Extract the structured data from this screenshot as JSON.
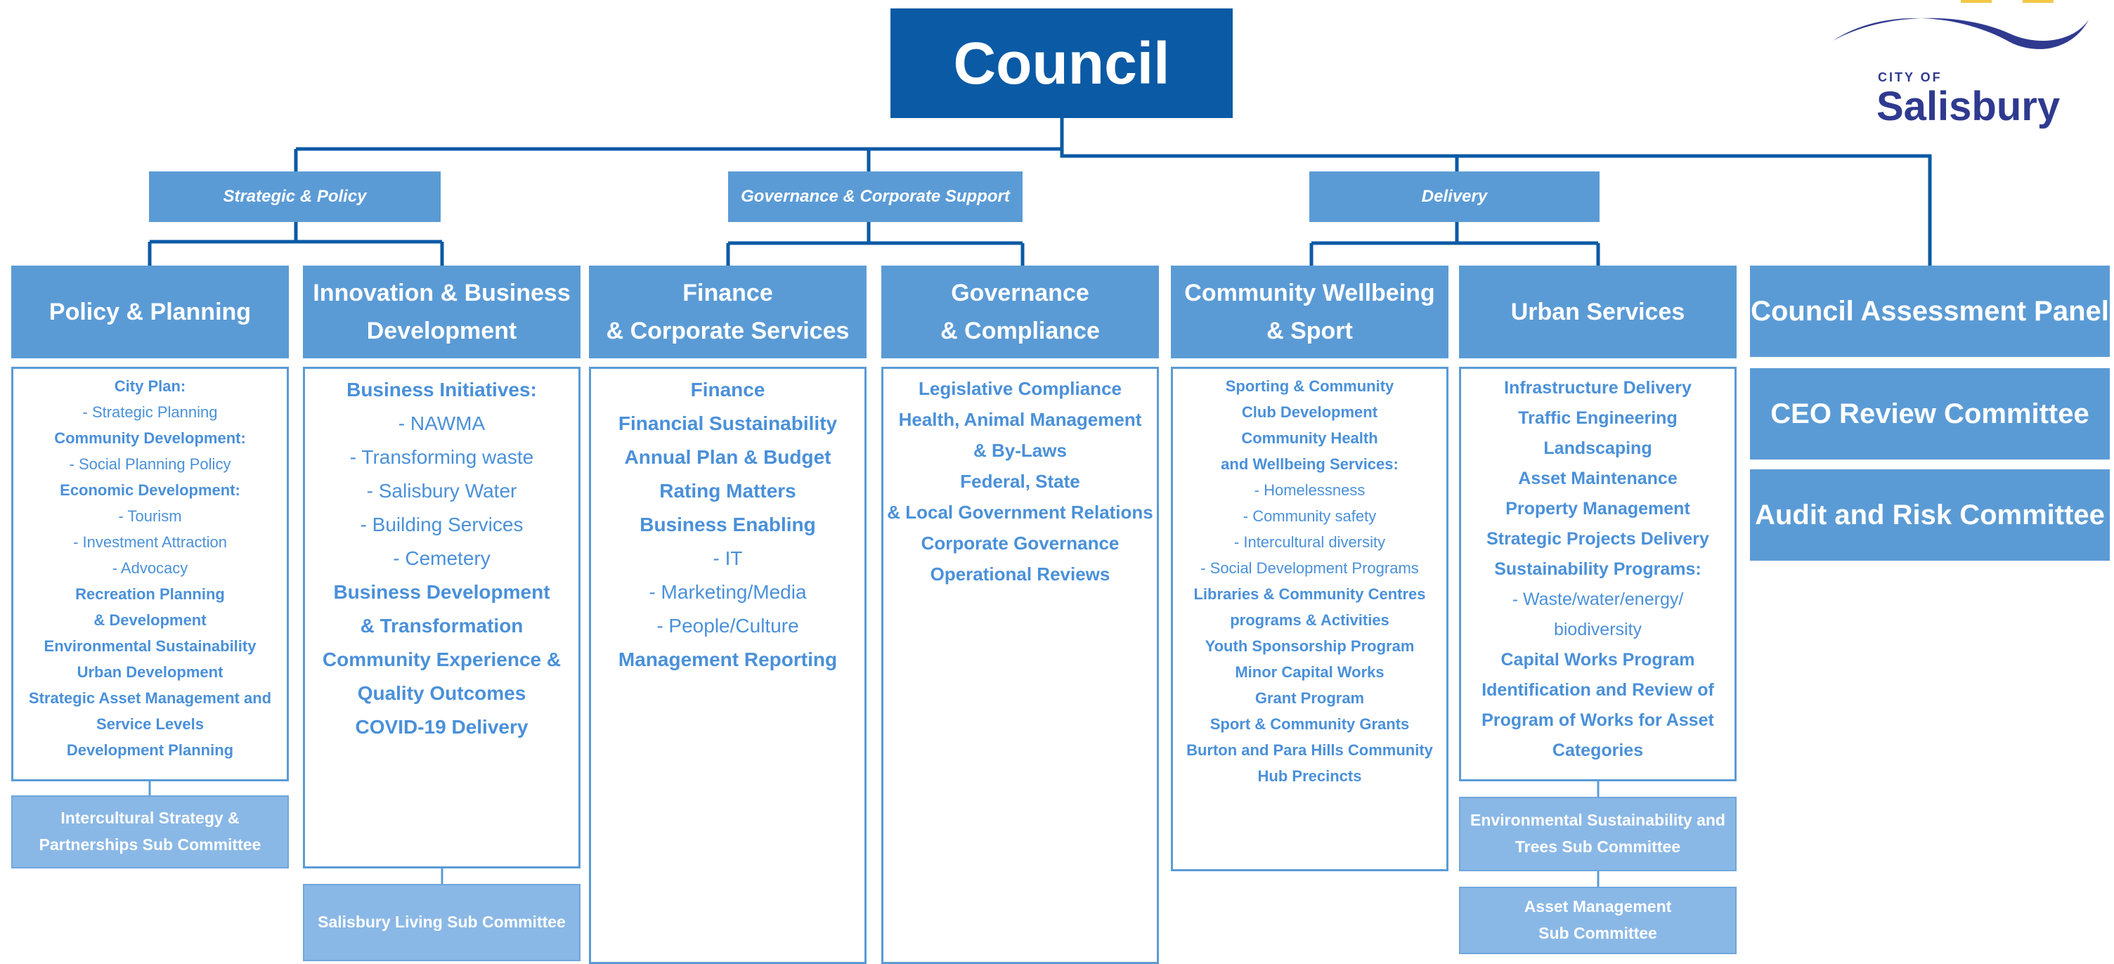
{
  "council": "Council",
  "logo": {
    "city_of": "CITY OF",
    "name": "Salisbury",
    "colors": {
      "wave": "#2f3a8f",
      "gold": "#f2c744"
    }
  },
  "groups": [
    "Strategic & Policy",
    "Governance & Corporate Support",
    "Delivery"
  ],
  "columns": [
    {
      "title": "Policy & Planning",
      "size": 22,
      "lines": [
        {
          "t": "City Plan:",
          "b": true
        },
        {
          "t": "- Strategic Planning",
          "b": false
        },
        {
          "t": "Community Development:",
          "b": true
        },
        {
          "t": "- Social Planning Policy",
          "b": false
        },
        {
          "t": "Economic Development:",
          "b": true
        },
        {
          "t": "- Tourism",
          "b": false
        },
        {
          "t": "- Investment Attraction",
          "b": false
        },
        {
          "t": "- Advocacy",
          "b": false
        },
        {
          "t": "Recreation Planning",
          "b": true
        },
        {
          "t": "& Development",
          "b": true
        },
        {
          "t": "Environmental Sustainability",
          "b": true
        },
        {
          "t": "Urban Development",
          "b": true
        },
        {
          "t": "Strategic Asset Management and",
          "b": true
        },
        {
          "t": "Service Levels",
          "b": true
        },
        {
          "t": "Development Planning",
          "b": true
        }
      ],
      "subs": [
        "Intercultural Strategy &\nPartnerships Sub Committee"
      ]
    },
    {
      "title": "Innovation & Business\nDevelopment",
      "size": 28,
      "lines": [
        {
          "t": "Business Initiatives:",
          "b": true
        },
        {
          "t": "- NAWMA",
          "b": false
        },
        {
          "t": "- Transforming waste",
          "b": false
        },
        {
          "t": "- Salisbury Water",
          "b": false
        },
        {
          "t": "- Building Services",
          "b": false
        },
        {
          "t": "- Cemetery",
          "b": false
        },
        {
          "t": "Business Development",
          "b": true
        },
        {
          "t": "& Transformation",
          "b": true
        },
        {
          "t": "Community Experience &",
          "b": true
        },
        {
          "t": "Quality Outcomes",
          "b": true
        },
        {
          "t": "COVID-19 Delivery",
          "b": true
        }
      ],
      "subs": [
        "Salisbury Living Sub Committee"
      ]
    },
    {
      "title": "Finance\n& Corporate Services",
      "size": 28,
      "lines": [
        {
          "t": "Finance",
          "b": true
        },
        {
          "t": "Financial Sustainability",
          "b": true
        },
        {
          "t": "Annual Plan & Budget",
          "b": true
        },
        {
          "t": "Rating Matters",
          "b": true
        },
        {
          "t": "Business Enabling",
          "b": true
        },
        {
          "t": "- IT",
          "b": false
        },
        {
          "t": "- Marketing/Media",
          "b": false
        },
        {
          "t": "- People/Culture",
          "b": false
        },
        {
          "t": "Management Reporting",
          "b": true
        }
      ],
      "subs": []
    },
    {
      "title": "Governance\n& Compliance",
      "size": 26,
      "lines": [
        {
          "t": "Legislative Compliance",
          "b": true
        },
        {
          "t": "Health, Animal Management",
          "b": true
        },
        {
          "t": "& By-Laws",
          "b": true
        },
        {
          "t": "Federal, State",
          "b": true
        },
        {
          "t": "& Local Government Relations",
          "b": true
        },
        {
          "t": "Corporate Governance",
          "b": true
        },
        {
          "t": "Operational Reviews",
          "b": true
        }
      ],
      "subs": []
    },
    {
      "title": "Community Wellbeing\n& Sport",
      "size": 22,
      "lines": [
        {
          "t": "Sporting & Community",
          "b": true
        },
        {
          "t": "Club Development",
          "b": true
        },
        {
          "t": "Community Health",
          "b": true
        },
        {
          "t": "and Wellbeing Services:",
          "b": true
        },
        {
          "t": "- Homelessness",
          "b": false
        },
        {
          "t": "- Community safety",
          "b": false
        },
        {
          "t": "- Intercultural diversity",
          "b": false
        },
        {
          "t": "- Social Development Programs",
          "b": false
        },
        {
          "t": "Libraries & Community Centres",
          "b": true
        },
        {
          "t": "programs & Activities",
          "b": true
        },
        {
          "t": "Youth Sponsorship Program",
          "b": true
        },
        {
          "t": "Minor Capital Works",
          "b": true
        },
        {
          "t": "Grant Program",
          "b": true
        },
        {
          "t": "Sport & Community Grants",
          "b": true
        },
        {
          "t": "Burton and Para Hills Community",
          "b": true
        },
        {
          "t": "Hub Precincts",
          "b": true
        }
      ],
      "subs": []
    },
    {
      "title": "Urban Services",
      "size": 25,
      "lines": [
        {
          "t": "Infrastructure Delivery",
          "b": true
        },
        {
          "t": "Traffic Engineering",
          "b": true
        },
        {
          "t": "Landscaping",
          "b": true
        },
        {
          "t": "Asset Maintenance",
          "b": true
        },
        {
          "t": "Property Management",
          "b": true
        },
        {
          "t": "Strategic Projects Delivery",
          "b": true
        },
        {
          "t": "Sustainability Programs:",
          "b": true
        },
        {
          "t": "- Waste/water/energy/",
          "b": false
        },
        {
          "t": "biodiversity",
          "b": false
        },
        {
          "t": "Capital Works Program",
          "b": true
        },
        {
          "t": "Identification and Review of",
          "b": true
        },
        {
          "t": "Program of Works for Asset",
          "b": true
        },
        {
          "t": "Categories",
          "b": true
        }
      ],
      "subs": [
        "Environmental Sustainability and\nTrees Sub Committee",
        "Asset Management\nSub Committee"
      ]
    }
  ],
  "right_panels": [
    "Council Assessment Panel",
    "CEO Review Committee",
    "Audit and Risk Committee"
  ],
  "colors": {
    "dark": "#0b5aa5",
    "mid": "#5b9bd5",
    "light": "#8ab8e6",
    "text": "#4a90d9"
  }
}
